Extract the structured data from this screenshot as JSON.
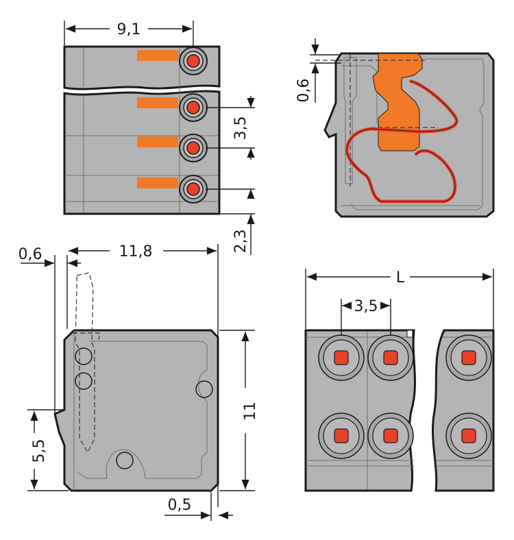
{
  "colors": {
    "housing": "#b4b4b4",
    "housing_outline": "#1a1a1a",
    "actuator": "#f07a28",
    "contact_red": "#e8412a",
    "spring": "#e8412a"
  },
  "dimensions": {
    "top_left_width": "9,1",
    "top_left_pitch": "3,5",
    "top_left_offset": "2,3",
    "top_right_offset": "0,6",
    "bottom_left_offset": "0,6",
    "bottom_left_width": "11,8",
    "bottom_left_height": "11",
    "bottom_left_pin": "5,5",
    "bottom_left_bottom": "0,5",
    "bottom_right_length": "L",
    "bottom_right_pitch": "3,5"
  }
}
